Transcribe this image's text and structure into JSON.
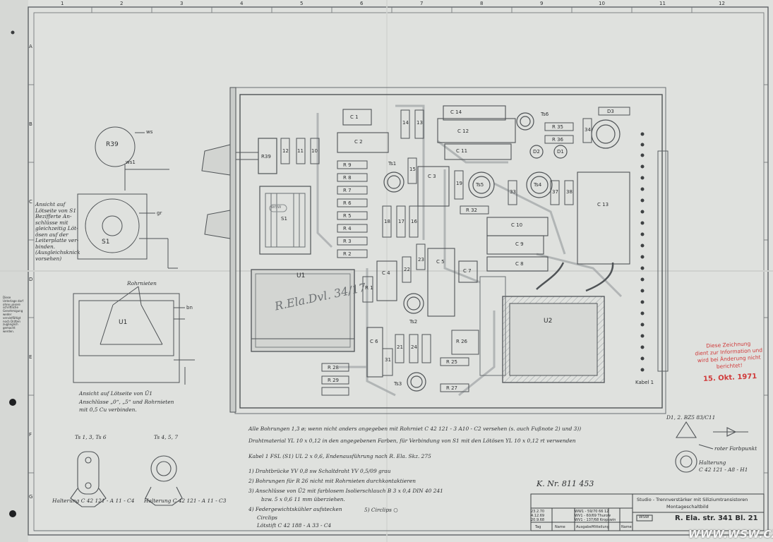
{
  "grid": {
    "top": [
      "1",
      "2",
      "3",
      "4",
      "5",
      "6",
      "7",
      "8",
      "9",
      "10",
      "11",
      "12"
    ],
    "side": [
      "A",
      "B",
      "C",
      "D",
      "E",
      "F",
      "G"
    ]
  },
  "components": {
    "c1": "C 1",
    "c2": "C 2",
    "c3": "C 3",
    "c4": "C 4",
    "c5": "C 5",
    "c6": "C 6",
    "c7": "C 7",
    "c8": "C 8",
    "c9": "C 9",
    "c10": "C 10",
    "c11": "C 11",
    "c12": "C 12",
    "c13": "C 13",
    "c14": "C 14",
    "r1": "R 1",
    "r2": "R 2",
    "r3": "R 3",
    "r4": "R 4",
    "r5": "R 5",
    "r6": "R 6",
    "r7": "R 7",
    "r8": "R 8",
    "r9": "R 9",
    "r10": "10",
    "r11": "11",
    "r12": "12",
    "r13": "13",
    "r14": "14",
    "r15": "15",
    "r16": "16",
    "r17": "17",
    "r18": "18",
    "r19": "19",
    "r21": "21",
    "r22": "22",
    "r23": "23",
    "r24": "24",
    "r25": "R 25",
    "r26": "R 26",
    "r27": "R 27",
    "r28": "R 28",
    "r29": "R 29",
    "r31": "31",
    "r32": "R 32",
    "r33": "33",
    "r34": "34",
    "r35": "R 35",
    "r36": "R 36",
    "r37": "37",
    "r38": "38",
    "r39": "R39",
    "ts1": "Ts1",
    "ts2": "Ts2",
    "ts3": "Ts3",
    "ts4": "Ts4",
    "ts5": "Ts5",
    "ts6": "Ts6",
    "d1": "D1",
    "d2": "D2",
    "d3": "D3",
    "s1": "S1",
    "s1b": "S1",
    "u1": "U1",
    "u2": "U2",
    "u1_marking": "R.Ela.Dvl. 34/17",
    "wsw": "WSW",
    "kabel": "Kabel 1",
    "ws": "ws",
    "ws1": "ws1",
    "bn": "bn",
    "gr": "gr",
    "r39_label": "R39",
    "rohrnieten": "Rohrnieten"
  },
  "view_left": {
    "text": [
      "Ansicht auf",
      "Lötseite von S1",
      "Bezifferte An-",
      "schlüsse mit",
      "gleichzeitig Löt-",
      "ösen auf der",
      "Leiterplatte ver-",
      "binden.",
      "(Ausgleichsknick",
      "vorsehen)"
    ]
  },
  "view_u1": {
    "line1": "Ansicht auf Lötseite von Ü1",
    "line2": "Anschlüsse „0“, „5“ und Rohrnieten",
    "line3": "mit 0,5 Cu verbinden."
  },
  "transistors": {
    "left_title": "Ts 1, 3, Ts 6",
    "right_title": "Ts 4, 5, 7",
    "left_caption": "Halterung C 42 121 - A 11 - C4",
    "right_caption": "Halterung C 42 121 - A 11 - C3"
  },
  "diode": {
    "title": "D1, 2.  BZ5 83/C11",
    "mark": "roter Farbpunkt",
    "holder1": "Halterung",
    "holder2": "C 42 121 - A8 - H1"
  },
  "notes": {
    "l1": "Alle Bohrungen 1,3 ø; wenn nicht anders angegeben mit Rohrniet C 42 121 - 3 A10 - C2 versehen (s. auch Fußnote 2) und 3))",
    "l2": "Drahtmaterial YL 10 x 0,12 in den angegebenen Farben, für Verbindung von S1 mit den Lötösen YL 10 x 0,12 rt verwenden",
    "l3": "Kabel 1    FSL (S1) UL  2 x 0,6, Endenausführung nach R. Ela. Skz. 275",
    "f1": "1)  Drahtbrücke YV 0,8 sw  Schaltdraht YV 0,5/09 grau",
    "f2": "2)  Bohrungen für R 26 nicht mit Rohrnieten durchkontaktieren",
    "f3": "3)  Anschlüsse von Ü2 mit farblosem Isolierschlauch B 3 x 0,4 DIN 40 241",
    "f3b": "bzw. 5 x 0,6  11 mm überziehen.",
    "f4": "4)  Federgewichtskühler aufstecken",
    "f5a": "Circlips",
    "f5b": "Lötstift C 42 188 - A 33 - C4",
    "circ": "5) Circlips ○",
    "kn": "K. Nr. 811 453"
  },
  "stamp": {
    "l1": "Diese Zeichnung",
    "l2": "dient zur Information und",
    "l3": "wird bei Änderung nicht",
    "l4": "berichtet!",
    "date": "15. Okt. 1971"
  },
  "title_block": {
    "title1": "Studio - Trennverstärker mit Siliziumtransistoren",
    "title2": "Montageschaltbild",
    "number": "R. Ela. str. 341 Bl. 21",
    "company": "WSW",
    "rev_rows": [
      "WW1 - 59/70  66  12",
      "WV1 - 60/69  Thurow",
      "WV1 - 137/68  Kropswin"
    ],
    "date_rows": [
      "23.2.70",
      "4.12.69",
      "20.9.68"
    ],
    "hdr": [
      "Tag",
      "Name",
      "Ausgabe",
      "Mitteilung",
      "Name"
    ]
  },
  "watermark": "WWW.WSW.CZ",
  "side_text": "Diese Unterlage darf ohne unsere schriftliche Genehmigung weder vervielfältigt noch Dritten zugänglich gemacht werden."
}
